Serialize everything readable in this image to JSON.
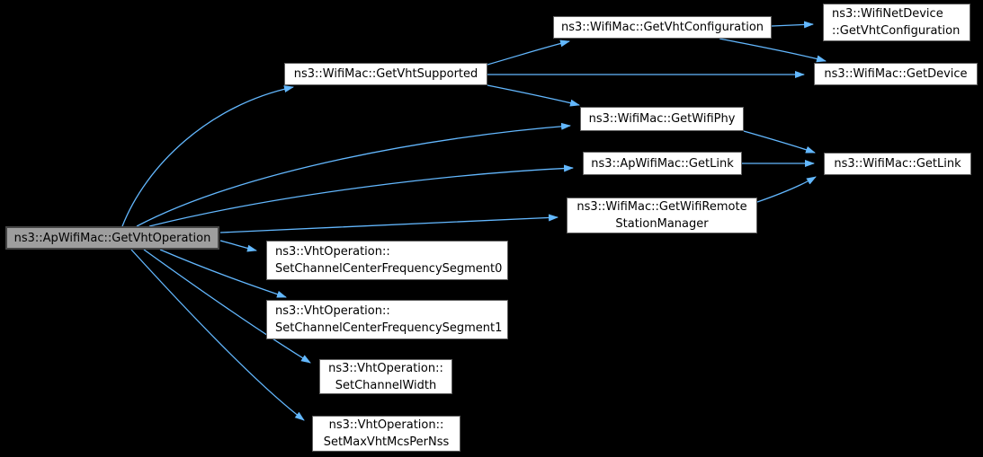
{
  "diagram": {
    "type": "call-graph",
    "background_color": "#000000",
    "edge_color": "#63b8ff",
    "node_fill_color": "#ffffff",
    "node_border_color": "#5f5f5f",
    "focus_node_fill_color": "#9e9e9e",
    "focus_node_border_color": "#454545",
    "text_color": "#000000"
  },
  "nodes": {
    "get_vht_operation": {
      "label": "ns3::ApWifiMac::GetVhtOperation"
    },
    "get_vht_supported": {
      "label": "ns3::WifiMac::GetVhtSupported"
    },
    "get_vht_configuration": {
      "label": "ns3::WifiMac::GetVhtConfiguration"
    },
    "netdevice_get_vht_configuration": {
      "line1": "ns3::WifiNetDevice",
      "line2": "::GetVhtConfiguration"
    },
    "get_device": {
      "label": "ns3::WifiMac::GetDevice"
    },
    "get_wifi_phy": {
      "label": "ns3::WifiMac::GetWifiPhy"
    },
    "ap_get_link": {
      "label": "ns3::ApWifiMac::GetLink"
    },
    "get_link": {
      "label": "ns3::WifiMac::GetLink"
    },
    "get_wifi_remote_station_manager": {
      "line1": "ns3::WifiMac::GetWifiRemote",
      "line2": "StationManager"
    },
    "set_segment0": {
      "line1": "ns3::VhtOperation::",
      "line2": "SetChannelCenterFrequencySegment0"
    },
    "set_segment1": {
      "line1": "ns3::VhtOperation::",
      "line2": "SetChannelCenterFrequencySegment1"
    },
    "set_channel_width": {
      "line1": "ns3::VhtOperation::",
      "line2": "SetChannelWidth"
    },
    "set_max_vht_mcs_per_nss": {
      "line1": "ns3::VhtOperation::",
      "line2": "SetMaxVhtMcsPerNss"
    }
  },
  "edges": [
    {
      "from": "ns3::ApWifiMac::GetVhtOperation",
      "to": "ns3::WifiMac::GetVhtSupported"
    },
    {
      "from": "ns3::ApWifiMac::GetVhtOperation",
      "to": "ns3::WifiMac::GetWifiPhy"
    },
    {
      "from": "ns3::ApWifiMac::GetVhtOperation",
      "to": "ns3::ApWifiMac::GetLink"
    },
    {
      "from": "ns3::ApWifiMac::GetVhtOperation",
      "to": "ns3::WifiMac::GetWifiRemoteStationManager"
    },
    {
      "from": "ns3::ApWifiMac::GetVhtOperation",
      "to": "ns3::VhtOperation::SetChannelCenterFrequencySegment0"
    },
    {
      "from": "ns3::ApWifiMac::GetVhtOperation",
      "to": "ns3::VhtOperation::SetChannelCenterFrequencySegment1"
    },
    {
      "from": "ns3::ApWifiMac::GetVhtOperation",
      "to": "ns3::VhtOperation::SetChannelWidth"
    },
    {
      "from": "ns3::ApWifiMac::GetVhtOperation",
      "to": "ns3::VhtOperation::SetMaxVhtMcsPerNss"
    },
    {
      "from": "ns3::WifiMac::GetVhtSupported",
      "to": "ns3::WifiMac::GetVhtConfiguration"
    },
    {
      "from": "ns3::WifiMac::GetVhtSupported",
      "to": "ns3::WifiMac::GetDevice"
    },
    {
      "from": "ns3::WifiMac::GetVhtSupported",
      "to": "ns3::WifiMac::GetWifiPhy"
    },
    {
      "from": "ns3::WifiMac::GetVhtConfiguration",
      "to": "ns3::WifiNetDevice::GetVhtConfiguration"
    },
    {
      "from": "ns3::WifiMac::GetVhtConfiguration",
      "to": "ns3::WifiMac::GetDevice"
    },
    {
      "from": "ns3::WifiMac::GetWifiPhy",
      "to": "ns3::WifiMac::GetLink"
    },
    {
      "from": "ns3::ApWifiMac::GetLink",
      "to": "ns3::WifiMac::GetLink"
    },
    {
      "from": "ns3::WifiMac::GetWifiRemoteStationManager",
      "to": "ns3::WifiMac::GetLink"
    }
  ]
}
